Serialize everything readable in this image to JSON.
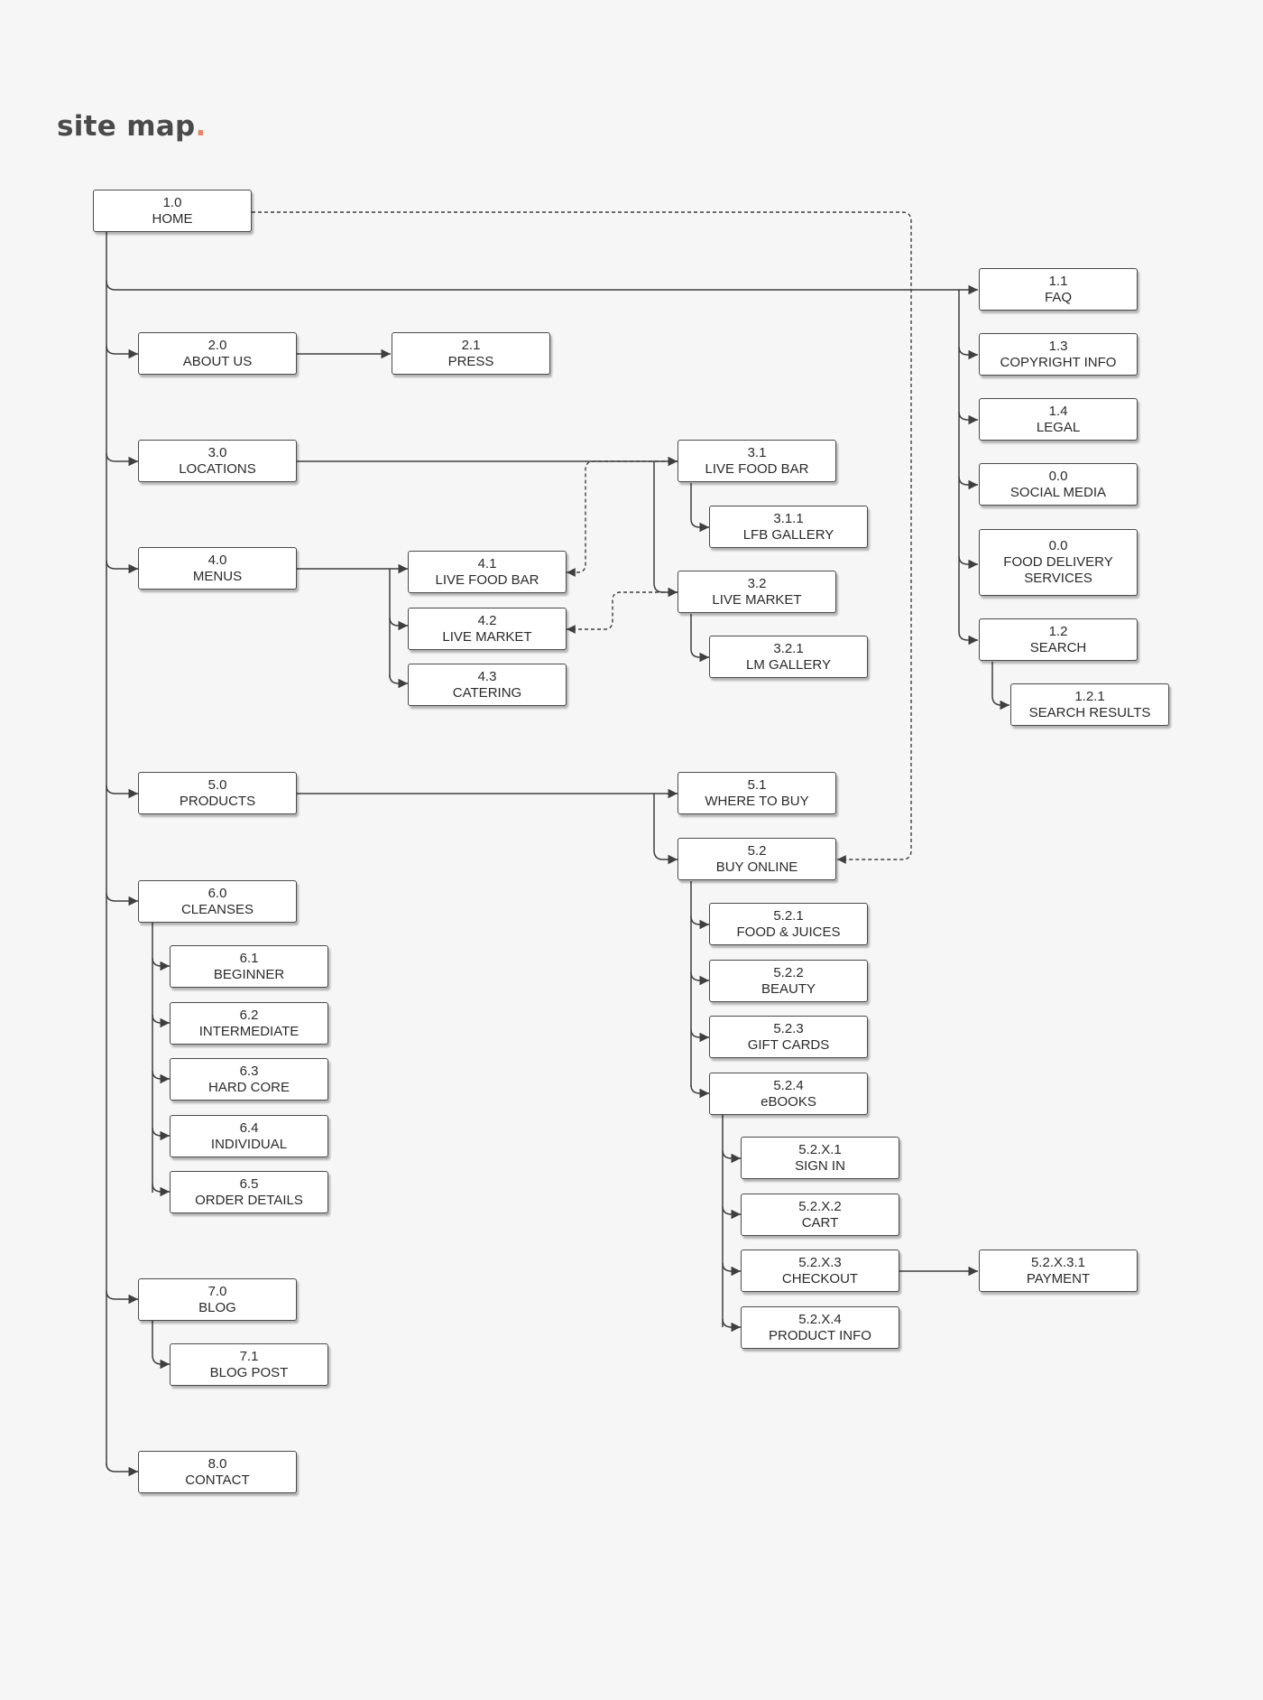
{
  "header": {
    "title": "site map",
    "dot": "."
  },
  "colors": {
    "line": "#3f3f3f",
    "accent": "#e8836b",
    "box_border": "#4b4b4b",
    "background": "#f6f6f6"
  },
  "nodes": {
    "n1_0": {
      "number": "1.0",
      "label": "HOME"
    },
    "n1_1": {
      "number": "1.1",
      "label": "FAQ"
    },
    "n1_3": {
      "number": "1.3",
      "label": "COPYRIGHT INFO"
    },
    "n1_4": {
      "number": "1.4",
      "label": "LEGAL"
    },
    "n0_0a": {
      "number": "0.0",
      "label": "SOCIAL MEDIA"
    },
    "n0_0b": {
      "number": "0.0",
      "label": "FOOD DELIVERY",
      "label2": "SERVICES"
    },
    "n1_2": {
      "number": "1.2",
      "label": "SEARCH"
    },
    "n1_2_1": {
      "number": "1.2.1",
      "label": "SEARCH RESULTS"
    },
    "n2_0": {
      "number": "2.0",
      "label": "ABOUT US"
    },
    "n2_1": {
      "number": "2.1",
      "label": "PRESS"
    },
    "n3_0": {
      "number": "3.0",
      "label": "LOCATIONS"
    },
    "n3_1": {
      "number": "3.1",
      "label": "LIVE FOOD BAR"
    },
    "n3_1_1": {
      "number": "3.1.1",
      "label": "LFB GALLERY"
    },
    "n3_2": {
      "number": "3.2",
      "label": "LIVE MARKET"
    },
    "n3_2_1": {
      "number": "3.2.1",
      "label": "LM GALLERY"
    },
    "n4_0": {
      "number": "4.0",
      "label": "MENUS"
    },
    "n4_1": {
      "number": "4.1",
      "label": "LIVE FOOD BAR"
    },
    "n4_2": {
      "number": "4.2",
      "label": "LIVE MARKET"
    },
    "n4_3": {
      "number": "4.3",
      "label": "CATERING"
    },
    "n5_0": {
      "number": "5.0",
      "label": "PRODUCTS"
    },
    "n5_1": {
      "number": "5.1",
      "label": "WHERE TO BUY"
    },
    "n5_2": {
      "number": "5.2",
      "label": "BUY ONLINE"
    },
    "n5_2_1": {
      "number": "5.2.1",
      "label": "FOOD & JUICES"
    },
    "n5_2_2": {
      "number": "5.2.2",
      "label": "BEAUTY"
    },
    "n5_2_3": {
      "number": "5.2.3",
      "label": "GIFT CARDS"
    },
    "n5_2_4": {
      "number": "5.2.4",
      "label": "eBOOKS"
    },
    "n5_2_x1": {
      "number": "5.2.X.1",
      "label": "SIGN IN"
    },
    "n5_2_x2": {
      "number": "5.2.X.2",
      "label": "CART"
    },
    "n5_2_x3": {
      "number": "5.2.X.3",
      "label": "CHECKOUT"
    },
    "n5_2_x31": {
      "number": "5.2.X.3.1",
      "label": "PAYMENT"
    },
    "n5_2_x4": {
      "number": "5.2.X.4",
      "label": "PRODUCT INFO"
    },
    "n6_0": {
      "number": "6.0",
      "label": "CLEANSES"
    },
    "n6_1": {
      "number": "6.1",
      "label": "BEGINNER"
    },
    "n6_2": {
      "number": "6.2",
      "label": "INTERMEDIATE"
    },
    "n6_3": {
      "number": "6.3",
      "label": "HARD CORE"
    },
    "n6_4": {
      "number": "6.4",
      "label": "INDIVIDUAL"
    },
    "n6_5": {
      "number": "6.5",
      "label": "ORDER DETAILS"
    },
    "n7_0": {
      "number": "7.0",
      "label": "BLOG"
    },
    "n7_1": {
      "number": "7.1",
      "label": "BLOG POST"
    },
    "n8_0": {
      "number": "8.0",
      "label": "CONTACT"
    }
  }
}
